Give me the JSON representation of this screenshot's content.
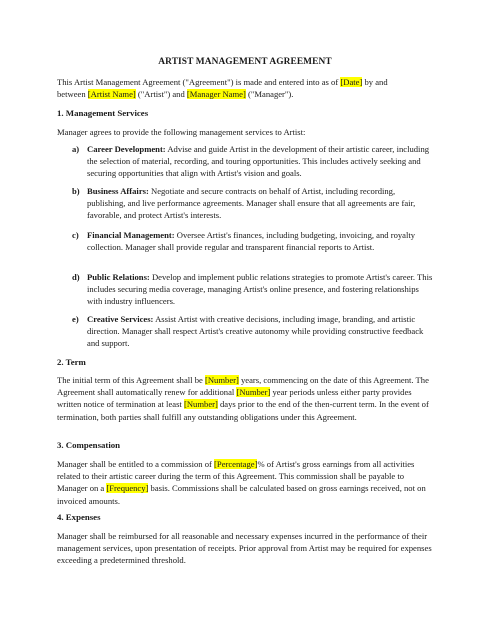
{
  "document": {
    "title": "ARTIST MANAGEMENT AGREEMENT",
    "intro": {
      "t1": "This Artist Management Agreement (\"Agreement\") is made and entered into as of ",
      "date": "[Date]",
      "t2": " by and",
      "t3": "between ",
      "artist_name": "[Artist Name]",
      "t4": " (\"Artist\") and ",
      "manager_name": "[Manager Name]",
      "t5": " (\"Manager\")."
    },
    "sections": {
      "management": {
        "heading": "1. Management Services",
        "lead": "Manager agrees to provide the following management services to Artist:",
        "items": [
          {
            "marker": "a)",
            "term": "Career Development:",
            "text": " Advise and guide Artist in the development of their artistic career, including the selection of material, recording, and touring opportunities. This includes actively seeking and securing opportunities that align with Artist's vision and goals."
          },
          {
            "marker": "b)",
            "term": "Business Affairs:",
            "text": " Negotiate and secure contracts on behalf of Artist, including recording, publishing, and live performance agreements. Manager shall ensure that all agreements are fair, favorable, and protect Artist's interests."
          },
          {
            "marker": "c)",
            "term": "Financial Management:",
            "text": " Oversee Artist's finances, including budgeting, invoicing, and royalty collection. Manager shall provide regular and transparent financial reports to Artist."
          },
          {
            "marker": "d)",
            "term": "Public Relations:",
            "text": " Develop and implement public relations strategies to promote Artist's career. This includes securing media coverage, managing Artist's online presence, and fostering relationships with industry influencers."
          },
          {
            "marker": "e)",
            "term": "Creative Services:",
            "text": " Assist Artist with creative decisions, including image, branding, and artistic direction. Manager shall respect Artist's creative autonomy while providing constructive feedback and support."
          }
        ]
      },
      "term": {
        "heading": "2. Term",
        "t1": "The initial term of this Agreement shall be ",
        "number1": "[Number]",
        "t2": " years, commencing on the date of this Agreement. The Agreement shall automatically renew for additional ",
        "number2": "[Number]",
        "t3": " year periods unless either party provides written notice of termination at least ",
        "number3": "[Number]",
        "t4": " days prior to the end of the then-current term. In the event of termination, both parties shall fulfill any outstanding obligations under this Agreement."
      },
      "compensation": {
        "heading": "3. Compensation",
        "t1": "Manager shall be entitled to a commission of ",
        "percentage": "[Percentage]",
        "t2": "% of Artist's gross earnings from all activities related to their artistic career during the term of this Agreement. This commission shall be payable to Manager on a ",
        "frequency": "[Frequency]",
        "t3": " basis. Commissions shall be calculated based on gross earnings received, not on invoiced amounts."
      },
      "expenses": {
        "heading": "4. Expenses",
        "text": "Manager shall be reimbursed for all reasonable and necessary expenses incurred in the performance of their management services, upon presentation of receipts. Prior approval from Artist may be required for expenses exceeding a predetermined threshold."
      }
    }
  }
}
